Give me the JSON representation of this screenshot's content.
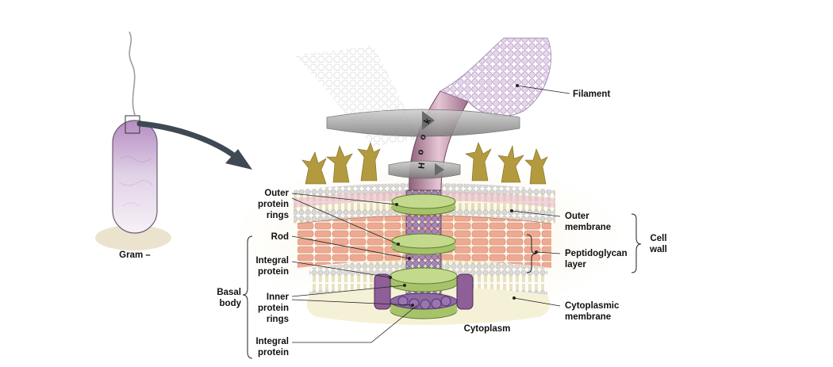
{
  "labels": {
    "filament": "Filament",
    "hook_letters": [
      "H",
      "o",
      "o",
      "k"
    ],
    "outer_protein_rings": [
      "Outer",
      "protein",
      "rings"
    ],
    "rod": "Rod",
    "integral_protein_1": [
      "Integral",
      "protein"
    ],
    "basal_body": [
      "Basal",
      "body"
    ],
    "inner_protein_rings": [
      "Inner",
      "protein",
      "rings"
    ],
    "integral_protein_2": [
      "Integral",
      "protein"
    ],
    "outer_membrane": [
      "Outer",
      "membrane"
    ],
    "peptidoglycan_layer": [
      "Peptidoglycan",
      "layer"
    ],
    "cell_wall": [
      "Cell",
      "wall"
    ],
    "cytoplasmic_membrane": [
      "Cytoplasmic",
      "membrane"
    ],
    "cytoplasm": "Cytoplasm",
    "gram": "Gram –"
  },
  "colors": {
    "filament": "#d7bfe0",
    "hook": "#b98fa6",
    "rings": "#a7c36a",
    "rod": "#8d6aa3",
    "outer_membrane": "#e8e3b0",
    "peptidoglycan": "#e9a08a",
    "cytoplasmic_membrane": "#e9e4b6",
    "lps": "#b39a3e",
    "bacterium": "#c7a5cf",
    "arrow": "#4b5663"
  }
}
